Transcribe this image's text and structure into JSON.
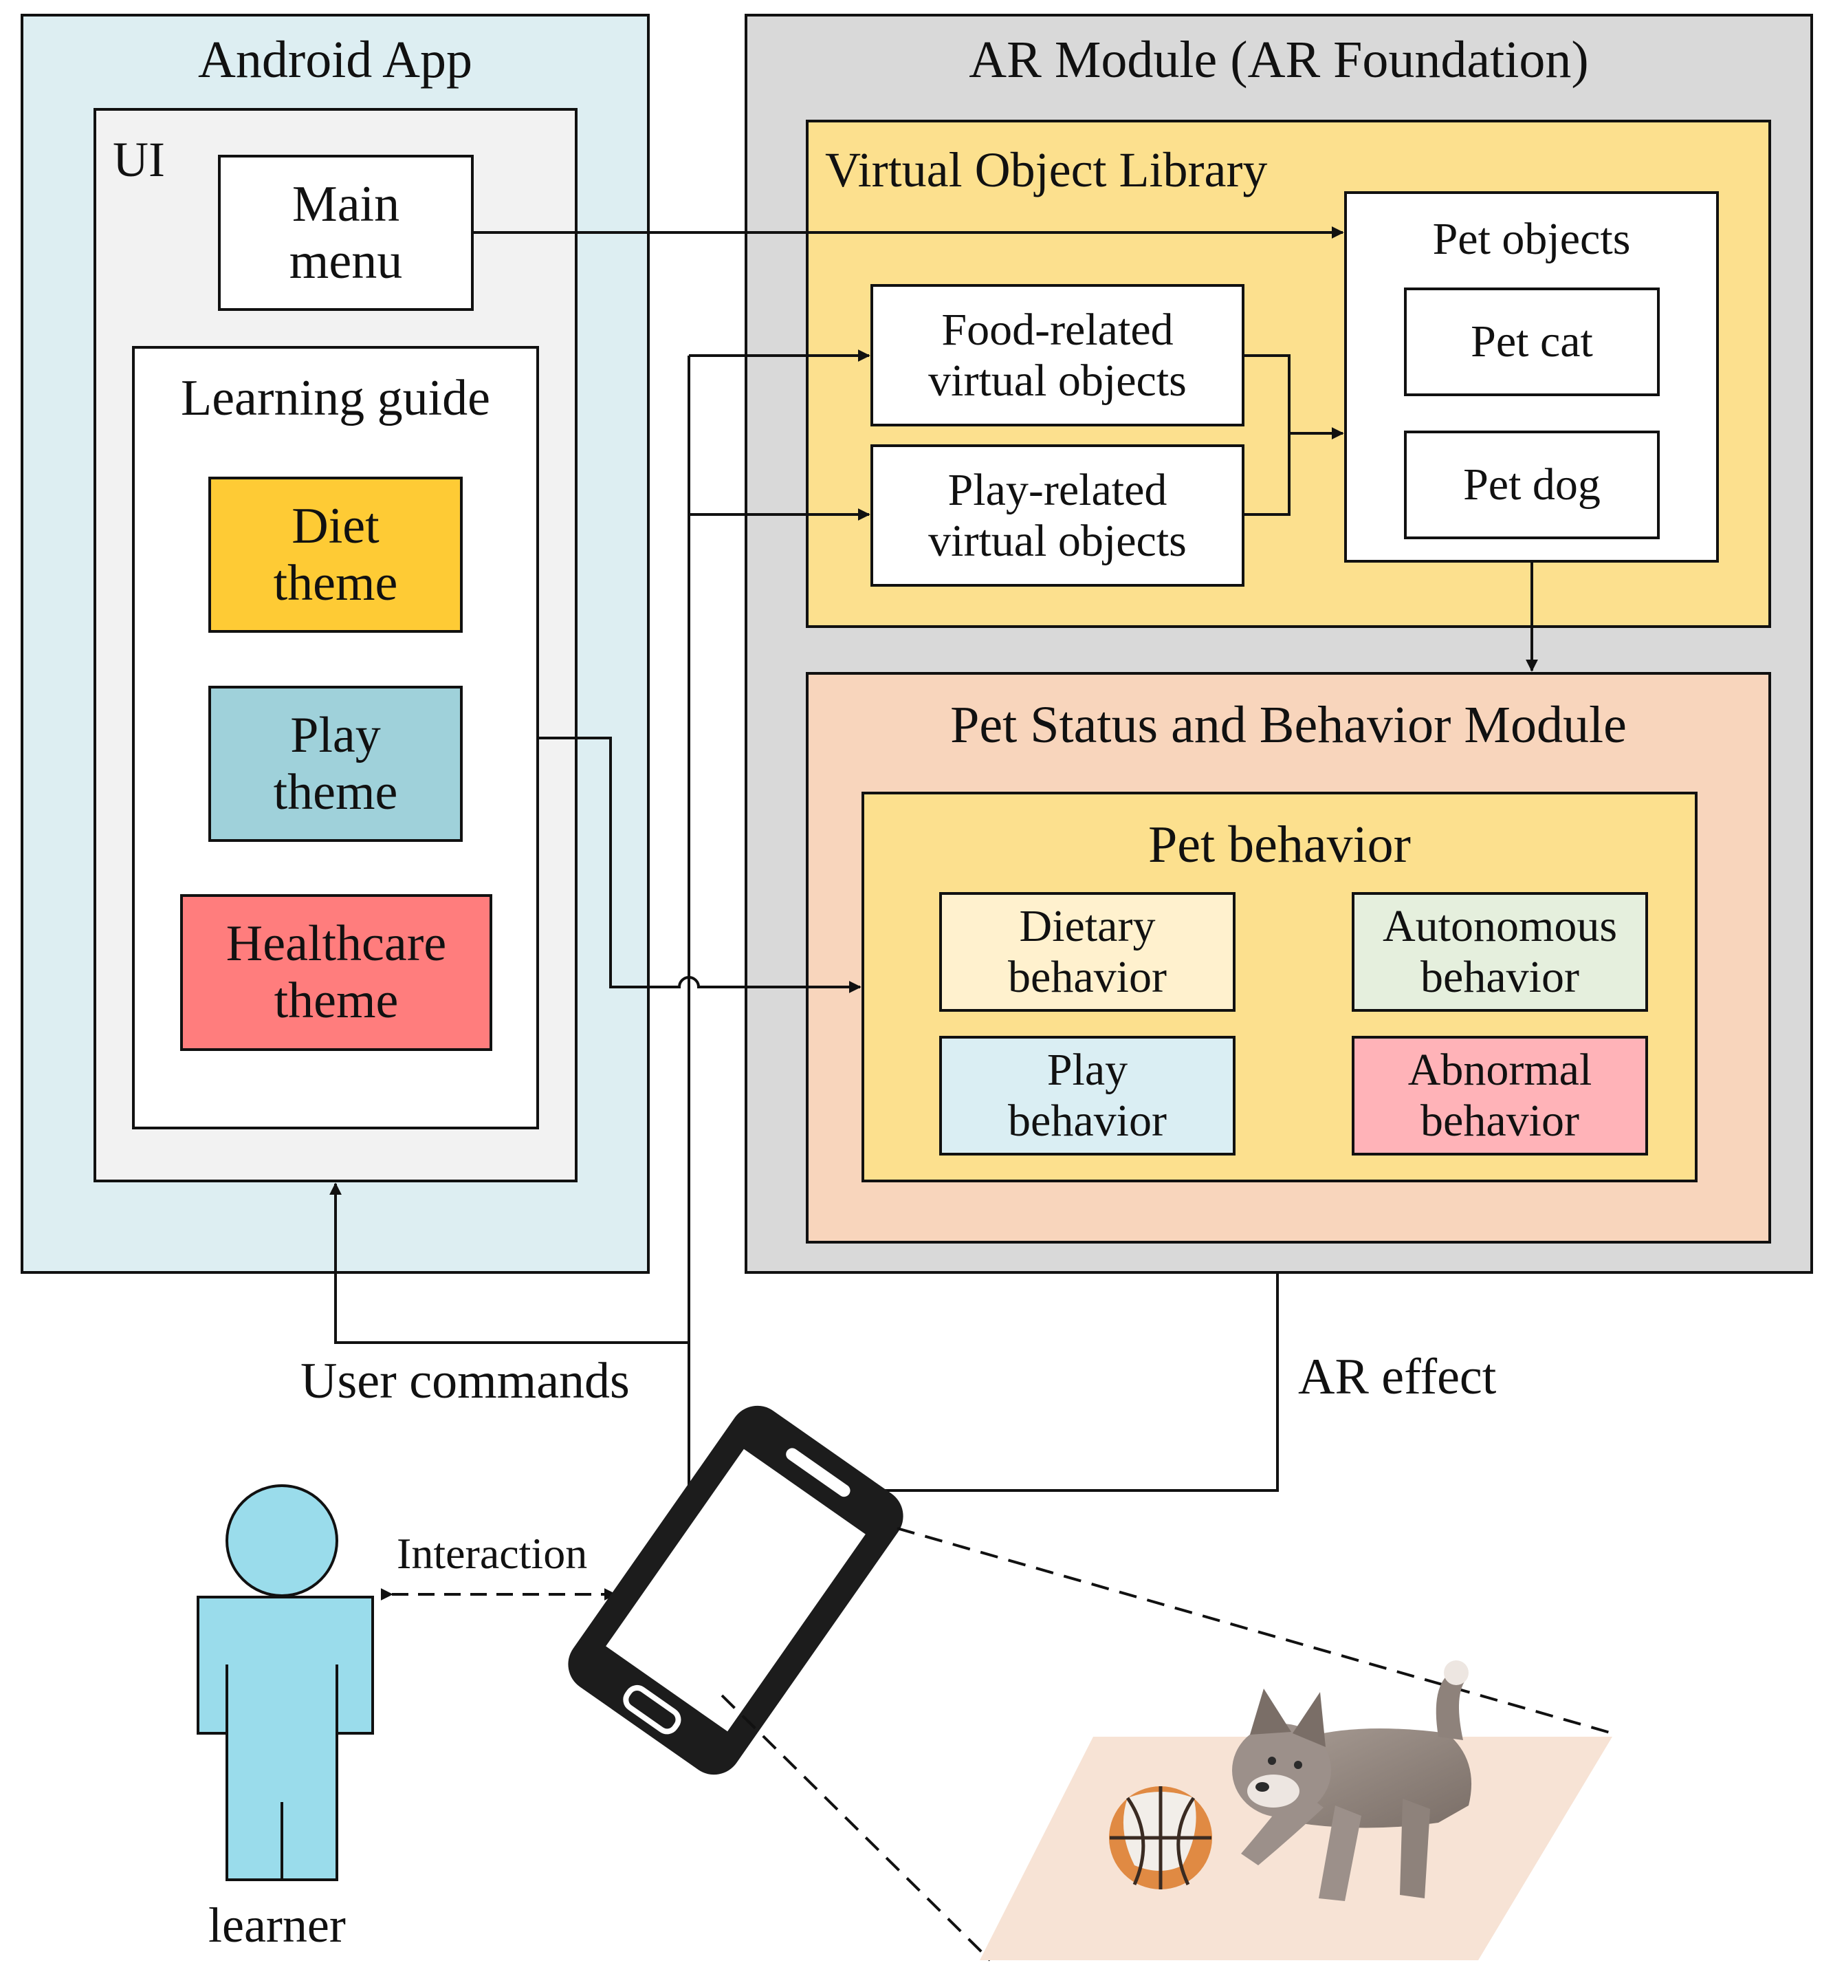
{
  "android_app": {
    "title": "Android App",
    "ui_label": "UI",
    "main_menu": [
      "Main",
      "menu"
    ],
    "learning_guide": {
      "title": "Learning guide",
      "diet_theme": [
        "Diet",
        "theme"
      ],
      "play_theme": [
        "Play",
        "theme"
      ],
      "healthcare_theme": [
        "Healthcare",
        "theme"
      ]
    }
  },
  "ar_module": {
    "title": "AR Module (AR Foundation)",
    "virtual_object_library": {
      "title": "Virtual Object Library",
      "food_related": [
        "Food-related",
        "virtual objects"
      ],
      "play_related": [
        "Play-related",
        "virtual objects"
      ],
      "pet_objects": {
        "title": "Pet objects",
        "pet_cat": "Pet cat",
        "pet_dog": "Pet dog"
      }
    },
    "pet_status_module": {
      "title": "Pet Status and Behavior Module",
      "pet_behavior": {
        "title": "Pet behavior",
        "dietary": [
          "Dietary",
          "behavior"
        ],
        "autonomous": [
          "Autonomous",
          "behavior"
        ],
        "play": [
          "Play",
          "behavior"
        ],
        "abnormal": [
          "Abnormal",
          "behavior"
        ]
      }
    }
  },
  "labels": {
    "user_commands": "User commands",
    "ar_effect": "AR effect",
    "interaction": "Interaction",
    "learner": "learner"
  },
  "colors": {
    "android_bg": "#DDEEF2",
    "ui_bg": "#F2F2F2",
    "ar_bg": "#D9D9D9",
    "library_bg": "#FCE08E",
    "diet_theme": "#FECB35",
    "play_theme": "#9FD1DA",
    "healthcare_theme": "#FF7D7D",
    "pet_status_bg": "#F8D5BC",
    "pet_behavior_bg": "#FCE08E",
    "dietary_behavior": "#FFF1CE",
    "autonomous_behavior": "#E5EFDD",
    "play_behavior": "#DAEEF3",
    "abnormal_behavior": "#FFB3B8",
    "learner": "#9ADCEB",
    "scene_floor": "#F7E3D5"
  }
}
